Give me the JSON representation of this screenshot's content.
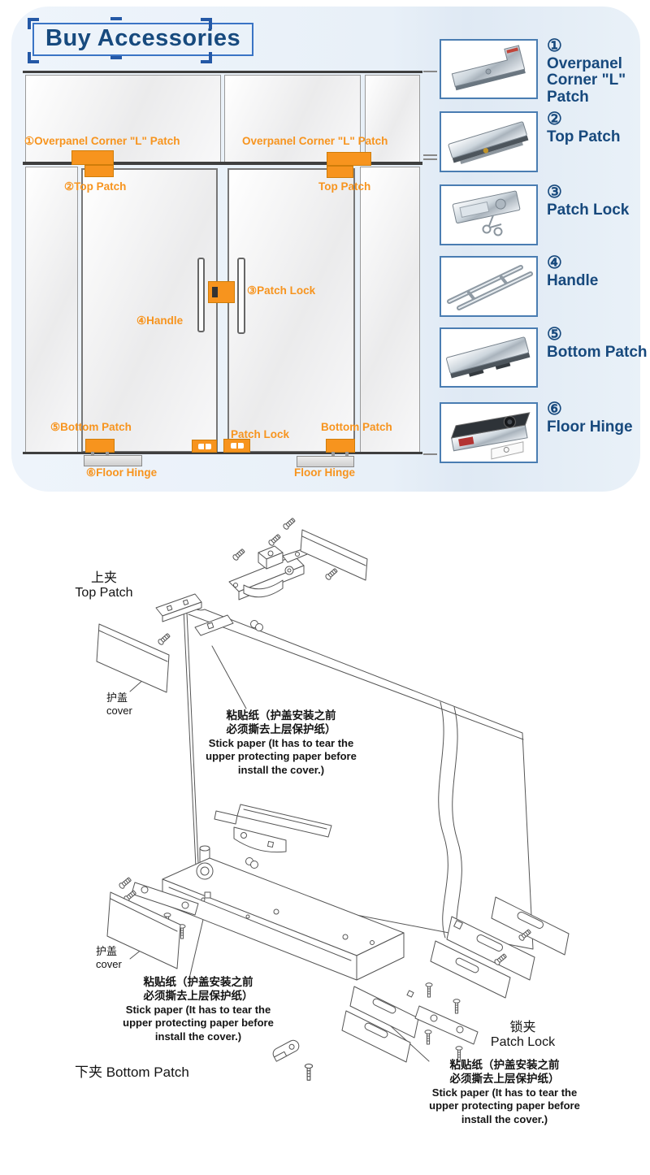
{
  "header": {
    "title": "Buy Accessories"
  },
  "colors": {
    "accent_orange": "#F7941E",
    "navy": "#17497D",
    "panel_blue": "#E9F1F9",
    "line_gray": "#555555"
  },
  "door_diagram": {
    "labels": {
      "overpanel_left": "①Overpanel Corner \"L\" Patch",
      "overpanel_right": "Overpanel Corner \"L\" Patch",
      "top_patch_left": "②Top Patch",
      "top_patch_right": "Top Patch",
      "patch_lock_mid": "③Patch Lock",
      "handle": "④Handle",
      "bottom_patch_left": "⑤Bottom Patch",
      "patch_lock_bottom": "Patch Lock",
      "bottom_patch_right": "Bottom Patch",
      "floor_hinge_left": "⑥Floor Hinge",
      "floor_hinge_right": "Floor Hinge"
    }
  },
  "accessories": [
    {
      "number": "①",
      "name": "Overpanel Corner \"L\" Patch",
      "icon": "l-patch"
    },
    {
      "number": "②",
      "name": "Top Patch",
      "icon": "top-patch"
    },
    {
      "number": "③",
      "name": "Patch Lock",
      "icon": "patch-lock"
    },
    {
      "number": "④",
      "name": "Handle",
      "icon": "handle"
    },
    {
      "number": "⑤",
      "name": "Bottom Patch",
      "icon": "bottom-patch"
    },
    {
      "number": "⑥",
      "name": "Floor Hinge",
      "icon": "floor-hinge"
    }
  ],
  "exploded": {
    "top_patch_zh": "上夹",
    "top_patch_en": "Top Patch",
    "cover_zh": "护盖",
    "cover_en": "cover",
    "stick_zh_1": "粘贴纸（护盖安装之前",
    "stick_zh_2": "必须撕去上层保护纸）",
    "stick_en_1": "Stick paper (It has to tear the",
    "stick_en_2": "upper protecting paper before",
    "stick_en_3": "install the cover.)",
    "bottom_patch_label": "下夹 Bottom Patch",
    "patch_lock_zh": "锁夹",
    "patch_lock_en": "Patch Lock"
  }
}
